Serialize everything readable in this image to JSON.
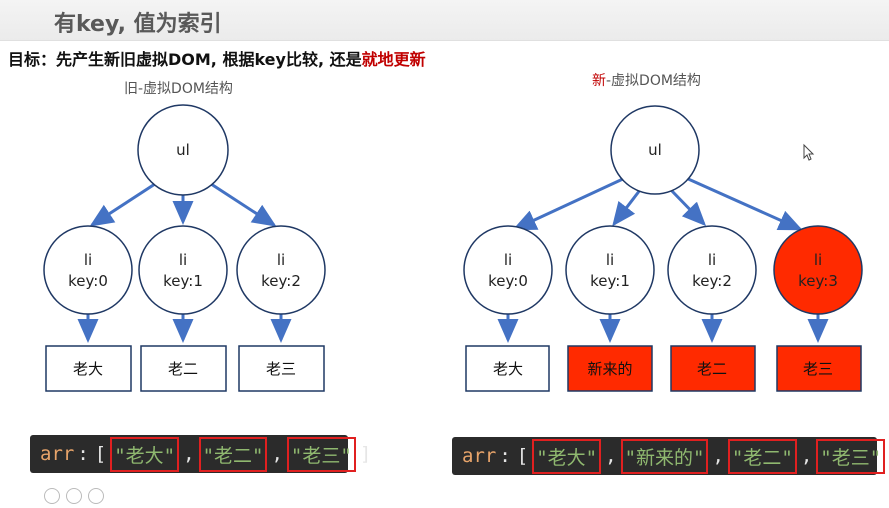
{
  "slide": {
    "title": "有key, 值为索引",
    "goal_prefix": "目标：先产生新旧虚拟DOM, 根据key比较, 还是",
    "goal_highlight": "就地更新"
  },
  "old_tree": {
    "caption": "旧-虚拟DOM结构",
    "root": "ul",
    "nodes": [
      {
        "tag": "li",
        "key": "key:0",
        "value": "老大"
      },
      {
        "tag": "li",
        "key": "key:1",
        "value": "老二"
      },
      {
        "tag": "li",
        "key": "key:2",
        "value": "老三"
      }
    ],
    "array": {
      "var": "arr",
      "items": [
        "\"老大\"",
        "\"老二\"",
        "\"老三\""
      ]
    }
  },
  "new_tree": {
    "caption_highlight": "新",
    "caption_rest": "-虚拟DOM结构",
    "root": "ul",
    "nodes": [
      {
        "tag": "li",
        "key": "key:0",
        "value": "老大"
      },
      {
        "tag": "li",
        "key": "key:1",
        "value": "新来的"
      },
      {
        "tag": "li",
        "key": "key:2",
        "value": "老二"
      },
      {
        "tag": "li",
        "key": "key:3",
        "value": "老三"
      }
    ],
    "array": {
      "var": "arr",
      "items": [
        "\"老大\"",
        "\"新来的\"",
        "\"老二\"",
        "\"老三\""
      ]
    }
  },
  "colors": {
    "node_stroke": "#1f3864",
    "arrow": "#4472c4",
    "changed_fill": "#ff2a00",
    "highlight_text": "#c00000"
  }
}
